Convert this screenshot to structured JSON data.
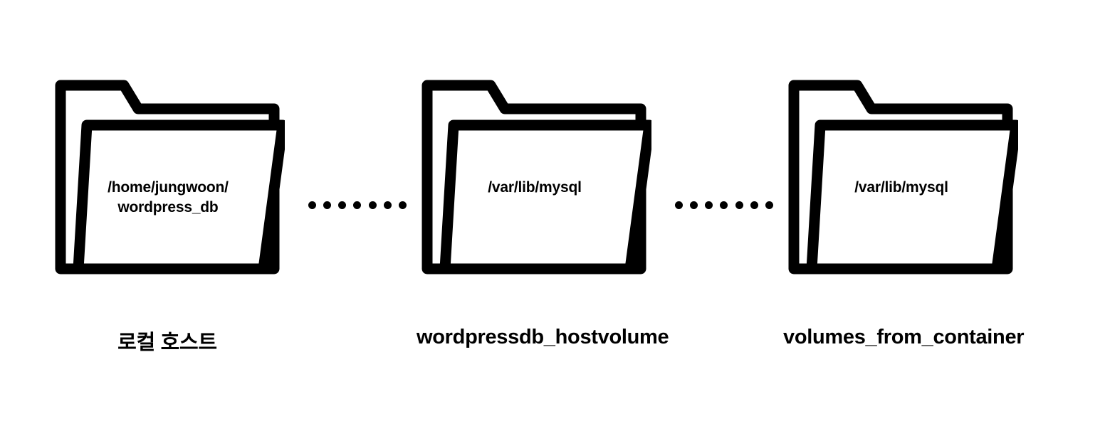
{
  "diagram": {
    "title": "Docker volume mapping diagram",
    "background_color": "#ffffff",
    "stroke_color": "#000000",
    "fill_color": "#ffffff"
  },
  "nodes": [
    {
      "icon": "folder-icon",
      "path_text": "/home/jungwoon/\nwordpress_db",
      "caption": "로컬 호스트"
    },
    {
      "icon": "folder-icon",
      "path_text": "/var/lib/mysql",
      "caption": "wordpressdb_hostvolume"
    },
    {
      "icon": "folder-icon",
      "path_text": "/var/lib/mysql",
      "caption": "volumes_from_container"
    }
  ],
  "connectors": [
    {
      "style": "dotted",
      "dot_count": 7
    },
    {
      "style": "dotted",
      "dot_count": 7
    }
  ]
}
